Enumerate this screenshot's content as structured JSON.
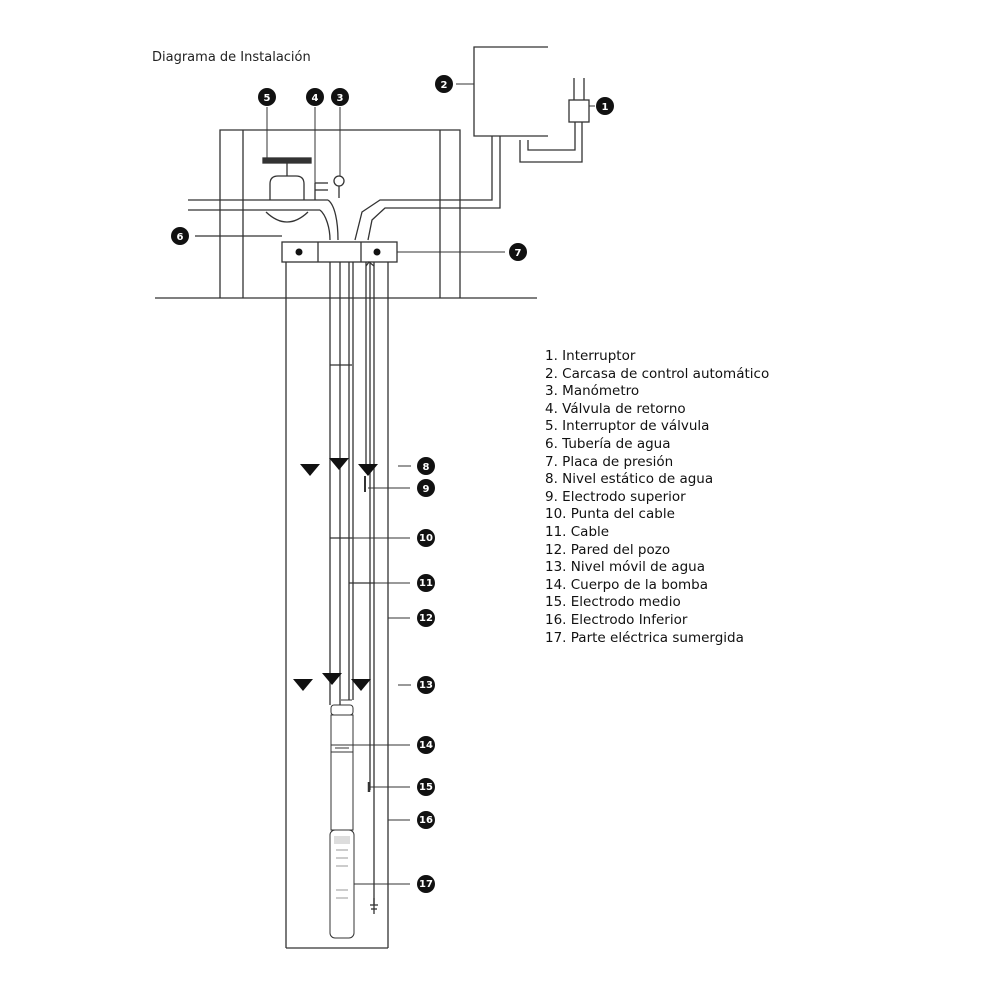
{
  "title": "Diagrama de Instalación",
  "callout_numbers": [
    "1",
    "2",
    "3",
    "4",
    "5",
    "6",
    "7",
    "8",
    "9",
    "10",
    "11",
    "12",
    "13",
    "14",
    "15",
    "16",
    "17"
  ],
  "legend": [
    "1. Interruptor",
    "2. Carcasa de control automático",
    "3. Manómetro",
    "4. Válvula de retorno",
    "5. Interruptor de válvula",
    "6. Tubería de agua",
    "7. Placa de presión",
    "8. Nivel estático de agua",
    "9. Electrodo superior",
    "10. Punta del cable",
    "11. Cable",
    "12. Pared del pozo",
    "13. Nivel móvil de agua",
    "14. Cuerpo de la bomba",
    "15. Electrodo medio",
    "16. Electrodo Inferior",
    "17. Parte eléctrica sumergida"
  ]
}
